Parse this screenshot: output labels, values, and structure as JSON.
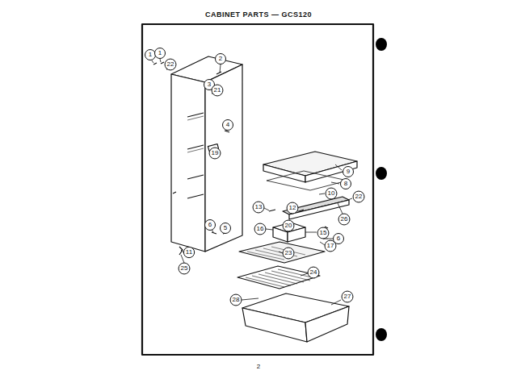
{
  "diagram": {
    "title": "CABINET PARTS — GCS120",
    "labels": [
      "1",
      "1",
      "22",
      "2",
      "3",
      "21",
      "4",
      "19",
      "9",
      "8",
      "10",
      "22",
      "13",
      "12",
      "26",
      "20",
      "15",
      "16",
      "6",
      "17",
      "6",
      "5",
      "11",
      "23",
      "25",
      "24",
      "28",
      "27",
      "2"
    ]
  }
}
